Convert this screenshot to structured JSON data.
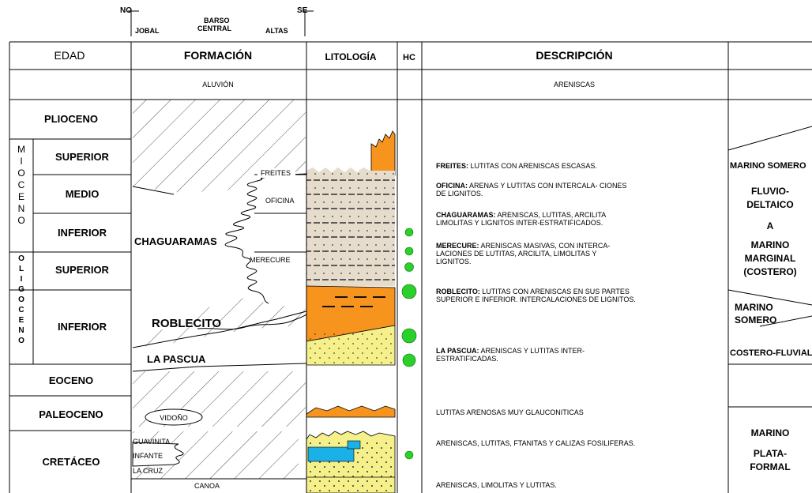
{
  "top": {
    "no": "NO",
    "se": "SE",
    "jobal": "JOBAL",
    "barso1": "BARSO",
    "barso2": "CENTRAL",
    "altas": "ALTAS"
  },
  "headers": {
    "edad": "EDAD",
    "formacion": "FORMACIÓN",
    "litologia": "LITOLOGÍA",
    "hc": "HC",
    "descripcion": "DESCRIPCIÓN"
  },
  "row_aluvion": {
    "formacion": "ALUVIÓN",
    "descripcion": "ARENISCAS"
  },
  "ages": {
    "plioceno": "PLIOCENO",
    "mioceno_letters": [
      "M",
      "I",
      "O",
      "C",
      "E",
      "N",
      "O"
    ],
    "oligoceno_letters": [
      "O",
      "L",
      "I",
      "G",
      "O",
      "C",
      "E",
      "N",
      "O"
    ],
    "mio_superior": "SUPERIOR",
    "mio_medio": "MEDIO",
    "mio_inferior": "INFERIOR",
    "oli_superior": "SUPERIOR",
    "oli_inferior": "INFERIOR",
    "eoceno": "EOCENO",
    "paleoceno": "PALEOCENO",
    "cretaceo": "CRETÁCEO"
  },
  "formations": {
    "freites": "FREITES",
    "oficina": "OFICINA",
    "chaguaramas": "CHAGUARAMAS",
    "merecure": "MERECURE",
    "roblecito": "ROBLECITO",
    "la_pascua": "LA PASCUA",
    "vidono": "VIDOÑO",
    "guavinita": "GUAVINITA",
    "infante": "INFANTE",
    "la_cruz": "LA CRUZ",
    "canoa": "CANOA"
  },
  "descriptions": [
    {
      "name": "FREITES:",
      "text": [
        "LUTITAS CON ARENISCAS ESCASAS."
      ]
    },
    {
      "name": "OFICINA:",
      "text": [
        "ARENAS Y LUTITAS CON INTERCALA- CIONES",
        "DE LIGNITOS."
      ]
    },
    {
      "name": "CHAGUARAMAS:",
      "text": [
        "ARENISCAS, LUTITAS, ARCILITA",
        "LIMOLITAS Y LIGNITOS INTER-ESTRATIFICADOS."
      ]
    },
    {
      "name": "MERECURE:",
      "text": [
        "ARENISCAS MASIVAS, CON INTERCA-",
        "LACIONES DE LUTITAS, ARCILITA, LIMOLITAS Y",
        "LIGNITOS."
      ]
    },
    {
      "name": "ROBLECITO:",
      "text": [
        "LUTITAS CON ARENISCAS EN SUS PARTES",
        "SUPERIOR E INFERIOR. INTERCALACIONES DE LIGNITOS."
      ]
    },
    {
      "name": "LA PASCUA:",
      "text": [
        "ARENISCAS Y LUTITAS INTER-",
        "ESTRATIFICADAS."
      ]
    },
    {
      "name": "",
      "text": [
        "LUTITAS ARENOSAS MUY GLAUCONITICAS"
      ]
    },
    {
      "name": "",
      "text": [
        "ARENISCAS, LUTITAS, FTANITAS Y CALIZAS FOSILIFERAS."
      ]
    },
    {
      "name": "",
      "text": [
        "ARENISCAS, LIMOLITAS Y LUTITAS."
      ]
    }
  ],
  "environments": {
    "marino_somero_1": "MARINO SOMERO",
    "fluvio": "FLUVIO-",
    "deltaico": "DELTAICO",
    "a": "A",
    "marino": "MARINO",
    "marginal": "MARGINAL",
    "costero": "(COSTERO)",
    "marino_somero_2a": "MARINO",
    "marino_somero_2b": "SOMERO",
    "costero_fluvial": "COSTERO-FLUVIAL",
    "marino_plat": "MARINO",
    "plata": "PLATA-",
    "formal": "FORMAL"
  },
  "colors": {
    "orange": "#f7941d",
    "tan": "#e6dccb",
    "yellow": "#f5f08a",
    "cyan": "#1ab0e8",
    "green": "#2bd02b"
  }
}
